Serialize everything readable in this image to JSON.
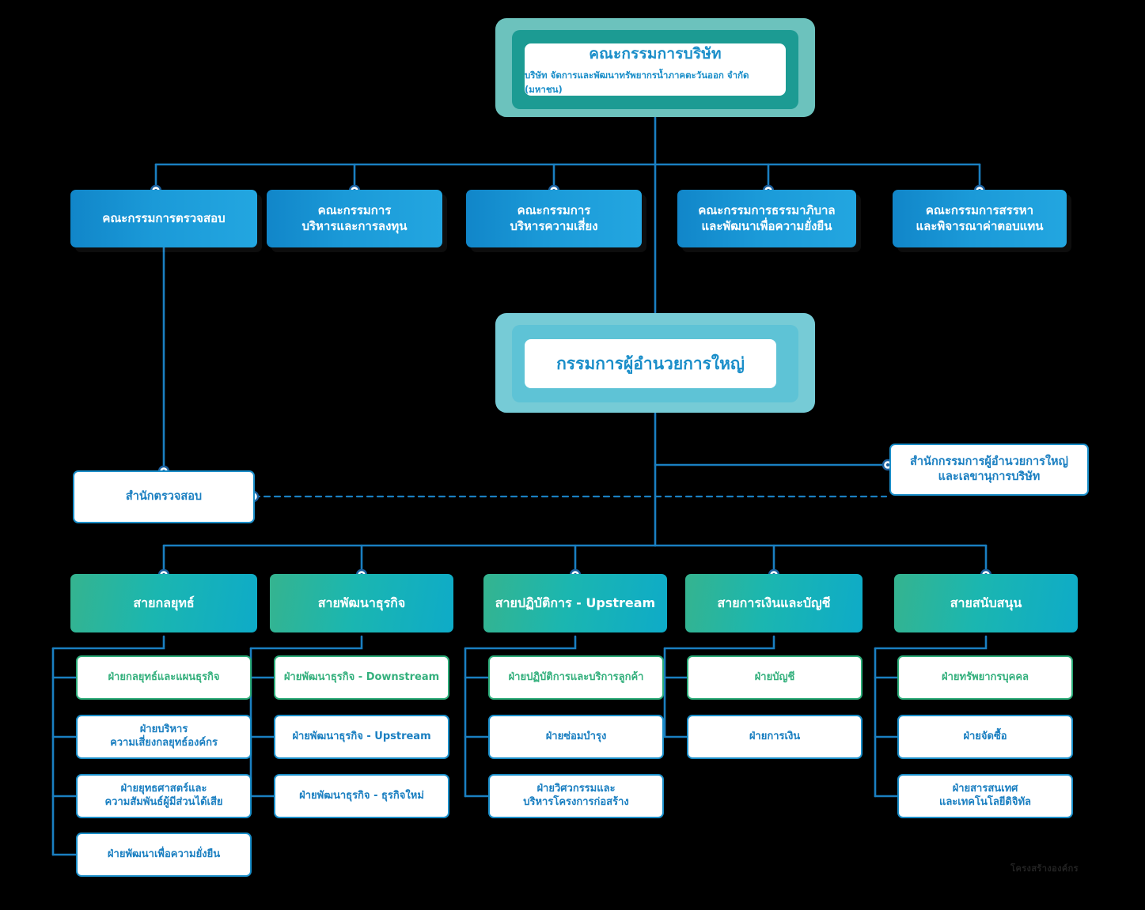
{
  "diagram": {
    "type": "organization-chart",
    "colors": {
      "board_frame_outer": "#6cc2bd",
      "board_frame_inner": "#1c9b93",
      "ceo_frame_outer": "#76cbd6",
      "ceo_frame_inner": "#5ec3d6",
      "committee_blue": "#1b9ad8",
      "division_teal": "#1bb6b0",
      "connector_blue": "#1a7fc1",
      "text_blue": "#1a8ec9",
      "text_green": "#34b07d",
      "background": "#000000"
    }
  },
  "board": {
    "title": "คณะกรรมการบริษัท",
    "subtitle": "บริษัท จัดการและพัฒนาทรัพยากรน้ำภาคตะวันออก จำกัด (มหาชน)"
  },
  "committees": [
    {
      "label": "คณะกรรมการตรวจสอบ"
    },
    {
      "label": "คณะกรรมการ\nบริหารและการลงทุน"
    },
    {
      "label": "คณะกรรมการ\nบริหารความเสี่ยง"
    },
    {
      "label": "คณะกรรมการธรรมาภิบาล\nและพัฒนาเพื่อความยั่งยืน"
    },
    {
      "label": "คณะกรรมการสรรหา\nและพิจารณาค่าตอบแทน"
    }
  ],
  "ceo": {
    "label": "กรรมการผู้อำนวยการใหญ่"
  },
  "staff": {
    "audit_office": "สำนักตรวจสอบ",
    "ceo_office": "สำนักกรรมการผู้อำนวยการใหญ่\nและเลขานุการบริษัท"
  },
  "divisions": [
    {
      "label": "สายกลยุทธ์",
      "departments": [
        {
          "label": "ฝ่ายกลยุทธ์และแผนธุรกิจ",
          "accent": "green"
        },
        {
          "label": "ฝ่ายบริหาร\nความเสี่ยงกลยุทธ์องค์กร",
          "accent": "blue"
        },
        {
          "label": "ฝ่ายยุทธศาสตร์และ\nความสัมพันธ์ผู้มีส่วนได้เสีย",
          "accent": "blue"
        },
        {
          "label": "ฝ่ายพัฒนาเพื่อความยั่งยืน",
          "accent": "blue"
        }
      ]
    },
    {
      "label": "สายพัฒนาธุรกิจ",
      "departments": [
        {
          "label": "ฝ่ายพัฒนาธุรกิจ - Downstream",
          "accent": "green"
        },
        {
          "label": "ฝ่ายพัฒนาธุรกิจ - Upstream",
          "accent": "blue"
        },
        {
          "label": "ฝ่ายพัฒนาธุรกิจ - ธุรกิจใหม่",
          "accent": "blue"
        }
      ]
    },
    {
      "label": "สายปฏิบัติการ - Upstream",
      "departments": [
        {
          "label": "ฝ่ายปฏิบัติการและบริการลูกค้า",
          "accent": "green"
        },
        {
          "label": "ฝ่ายซ่อมบำรุง",
          "accent": "blue"
        },
        {
          "label": "ฝ่ายวิศวกรรมและ\nบริหารโครงการก่อสร้าง",
          "accent": "blue"
        }
      ]
    },
    {
      "label": "สายการเงินและบัญชี",
      "departments": [
        {
          "label": "ฝ่ายบัญชี",
          "accent": "green"
        },
        {
          "label": "ฝ่ายการเงิน",
          "accent": "blue"
        }
      ]
    },
    {
      "label": "สายสนับสนุน",
      "departments": [
        {
          "label": "ฝ่ายทรัพยากรบุคคล",
          "accent": "green"
        },
        {
          "label": "ฝ่ายจัดซื้อ",
          "accent": "blue"
        },
        {
          "label": "ฝ่ายสารสนเทศ\nและเทคโนโลยีดิจิทัล",
          "accent": "blue"
        }
      ]
    }
  ],
  "watermark": "โครงสร้างองค์กร"
}
